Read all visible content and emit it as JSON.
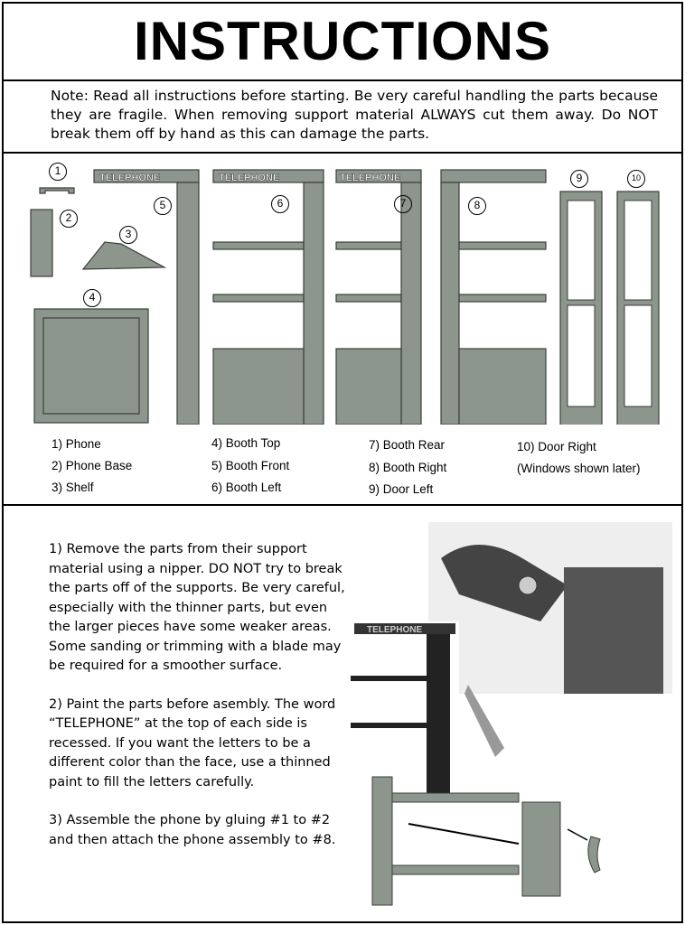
{
  "title": "INSTRUCTIONS",
  "note": "Note:  Read all instructions before starting. Be very careful handling the parts because they are fragile. When removing support material ALWAYS cut them away. Do NOT break them off by hand as this can damage the parts.",
  "parts": {
    "sign_text": "TELEPHONE",
    "numbers": [
      "1",
      "2",
      "3",
      "4",
      "5",
      "6",
      "7",
      "8",
      "9",
      "10"
    ],
    "labels": [
      "1) Phone",
      "2) Phone Base",
      "3) Shelf",
      "4) Booth Top",
      "5) Booth Front",
      "6) Booth Left",
      "7) Booth Rear",
      "8) Booth Right",
      "9) Door Left",
      "10) Door Right",
      "(Windows shown later)"
    ]
  },
  "steps": [
    "1) Remove the parts from their support material using a nipper. DO NOT try to break the parts off of the supports. Be very careful, especially with the thinner parts, but even the larger pieces have some weaker areas. Some sanding or trimming with a blade may be required for a smoother surface.",
    "2) Paint the parts before asembly. The word “TELEPHONE” at the top of each side is recessed. If you want the letters to be a different color than the face, use a thinned paint to fill the letters carefully.",
    "3) Assemble the phone by gluing #1 to #2 and then attach the phone assembly to #8."
  ],
  "colors": {
    "part": "#8c968c",
    "outline": "#3a3f3a"
  }
}
